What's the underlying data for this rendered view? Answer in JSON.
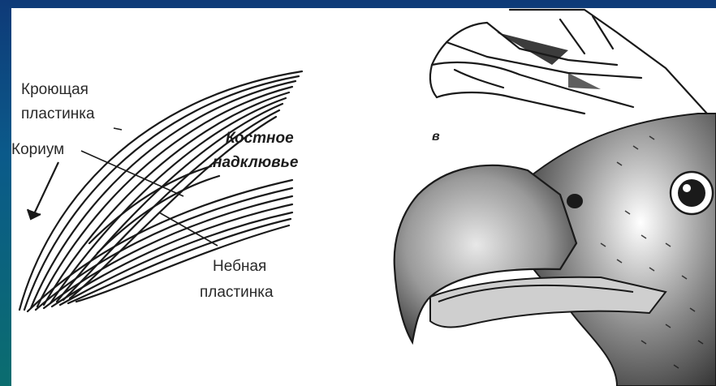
{
  "labels": {
    "covering_plate_line1": "Кроющая",
    "covering_plate_line2": "пластинка",
    "corium": "Кориум",
    "bone_upper_line1": "Костное",
    "bone_upper_line2": "надклювье",
    "palatal_line1": "Небная",
    "palatal_line2": "пластинка",
    "panel_letter": "в"
  },
  "colors": {
    "background": "#0e3a78",
    "paper": "#ffffff",
    "ink": "#1a1a1a"
  }
}
